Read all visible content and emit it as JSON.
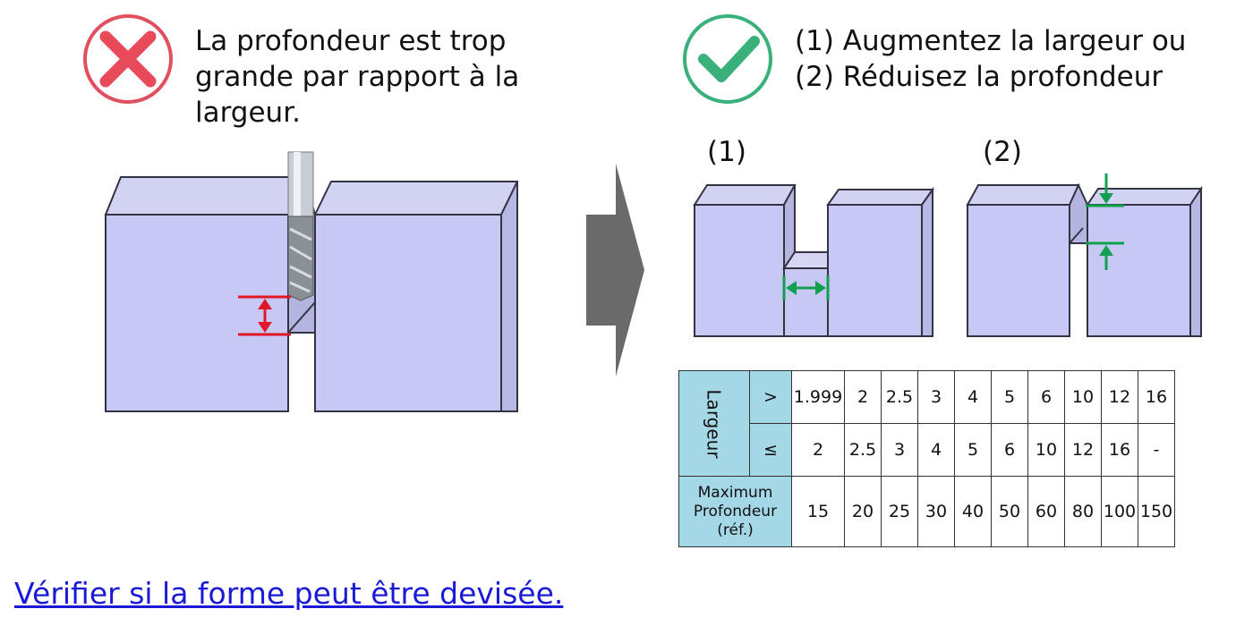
{
  "problem": {
    "icon": "cross-icon",
    "text": "La profondeur est trop grande par rapport à la largeur."
  },
  "solution": {
    "icon": "check-icon",
    "line1": "(1) Augmentez la largeur ou",
    "line2": "(2) Réduisez la profondeur"
  },
  "captions": {
    "one": "(1)",
    "two": "(2)"
  },
  "table": {
    "row_header": "Largeur",
    "gt_symbol": ">",
    "le_symbol": "≤",
    "gt_values": [
      "1.999",
      "2",
      "2.5",
      "3",
      "4",
      "5",
      "6",
      "10",
      "12",
      "16"
    ],
    "le_values": [
      "2",
      "2.5",
      "3",
      "4",
      "5",
      "6",
      "10",
      "12",
      "16",
      "-"
    ],
    "max_label": [
      "Maximum",
      "Profondeur",
      "(réf.)"
    ],
    "max_values": [
      "15",
      "20",
      "25",
      "30",
      "40",
      "50",
      "60",
      "80",
      "100",
      "150"
    ]
  },
  "link_text": "Vérifier si la forme peut être devisée.",
  "colors": {
    "block_fill": "#c8c8f4",
    "block_edge": "#333344",
    "cross": "#e05060",
    "check": "#3ab07a",
    "dim_red": "#e01828",
    "dim_green": "#10a050",
    "arrow": "#6a6a6a",
    "table_header": "#a5d8e6"
  }
}
